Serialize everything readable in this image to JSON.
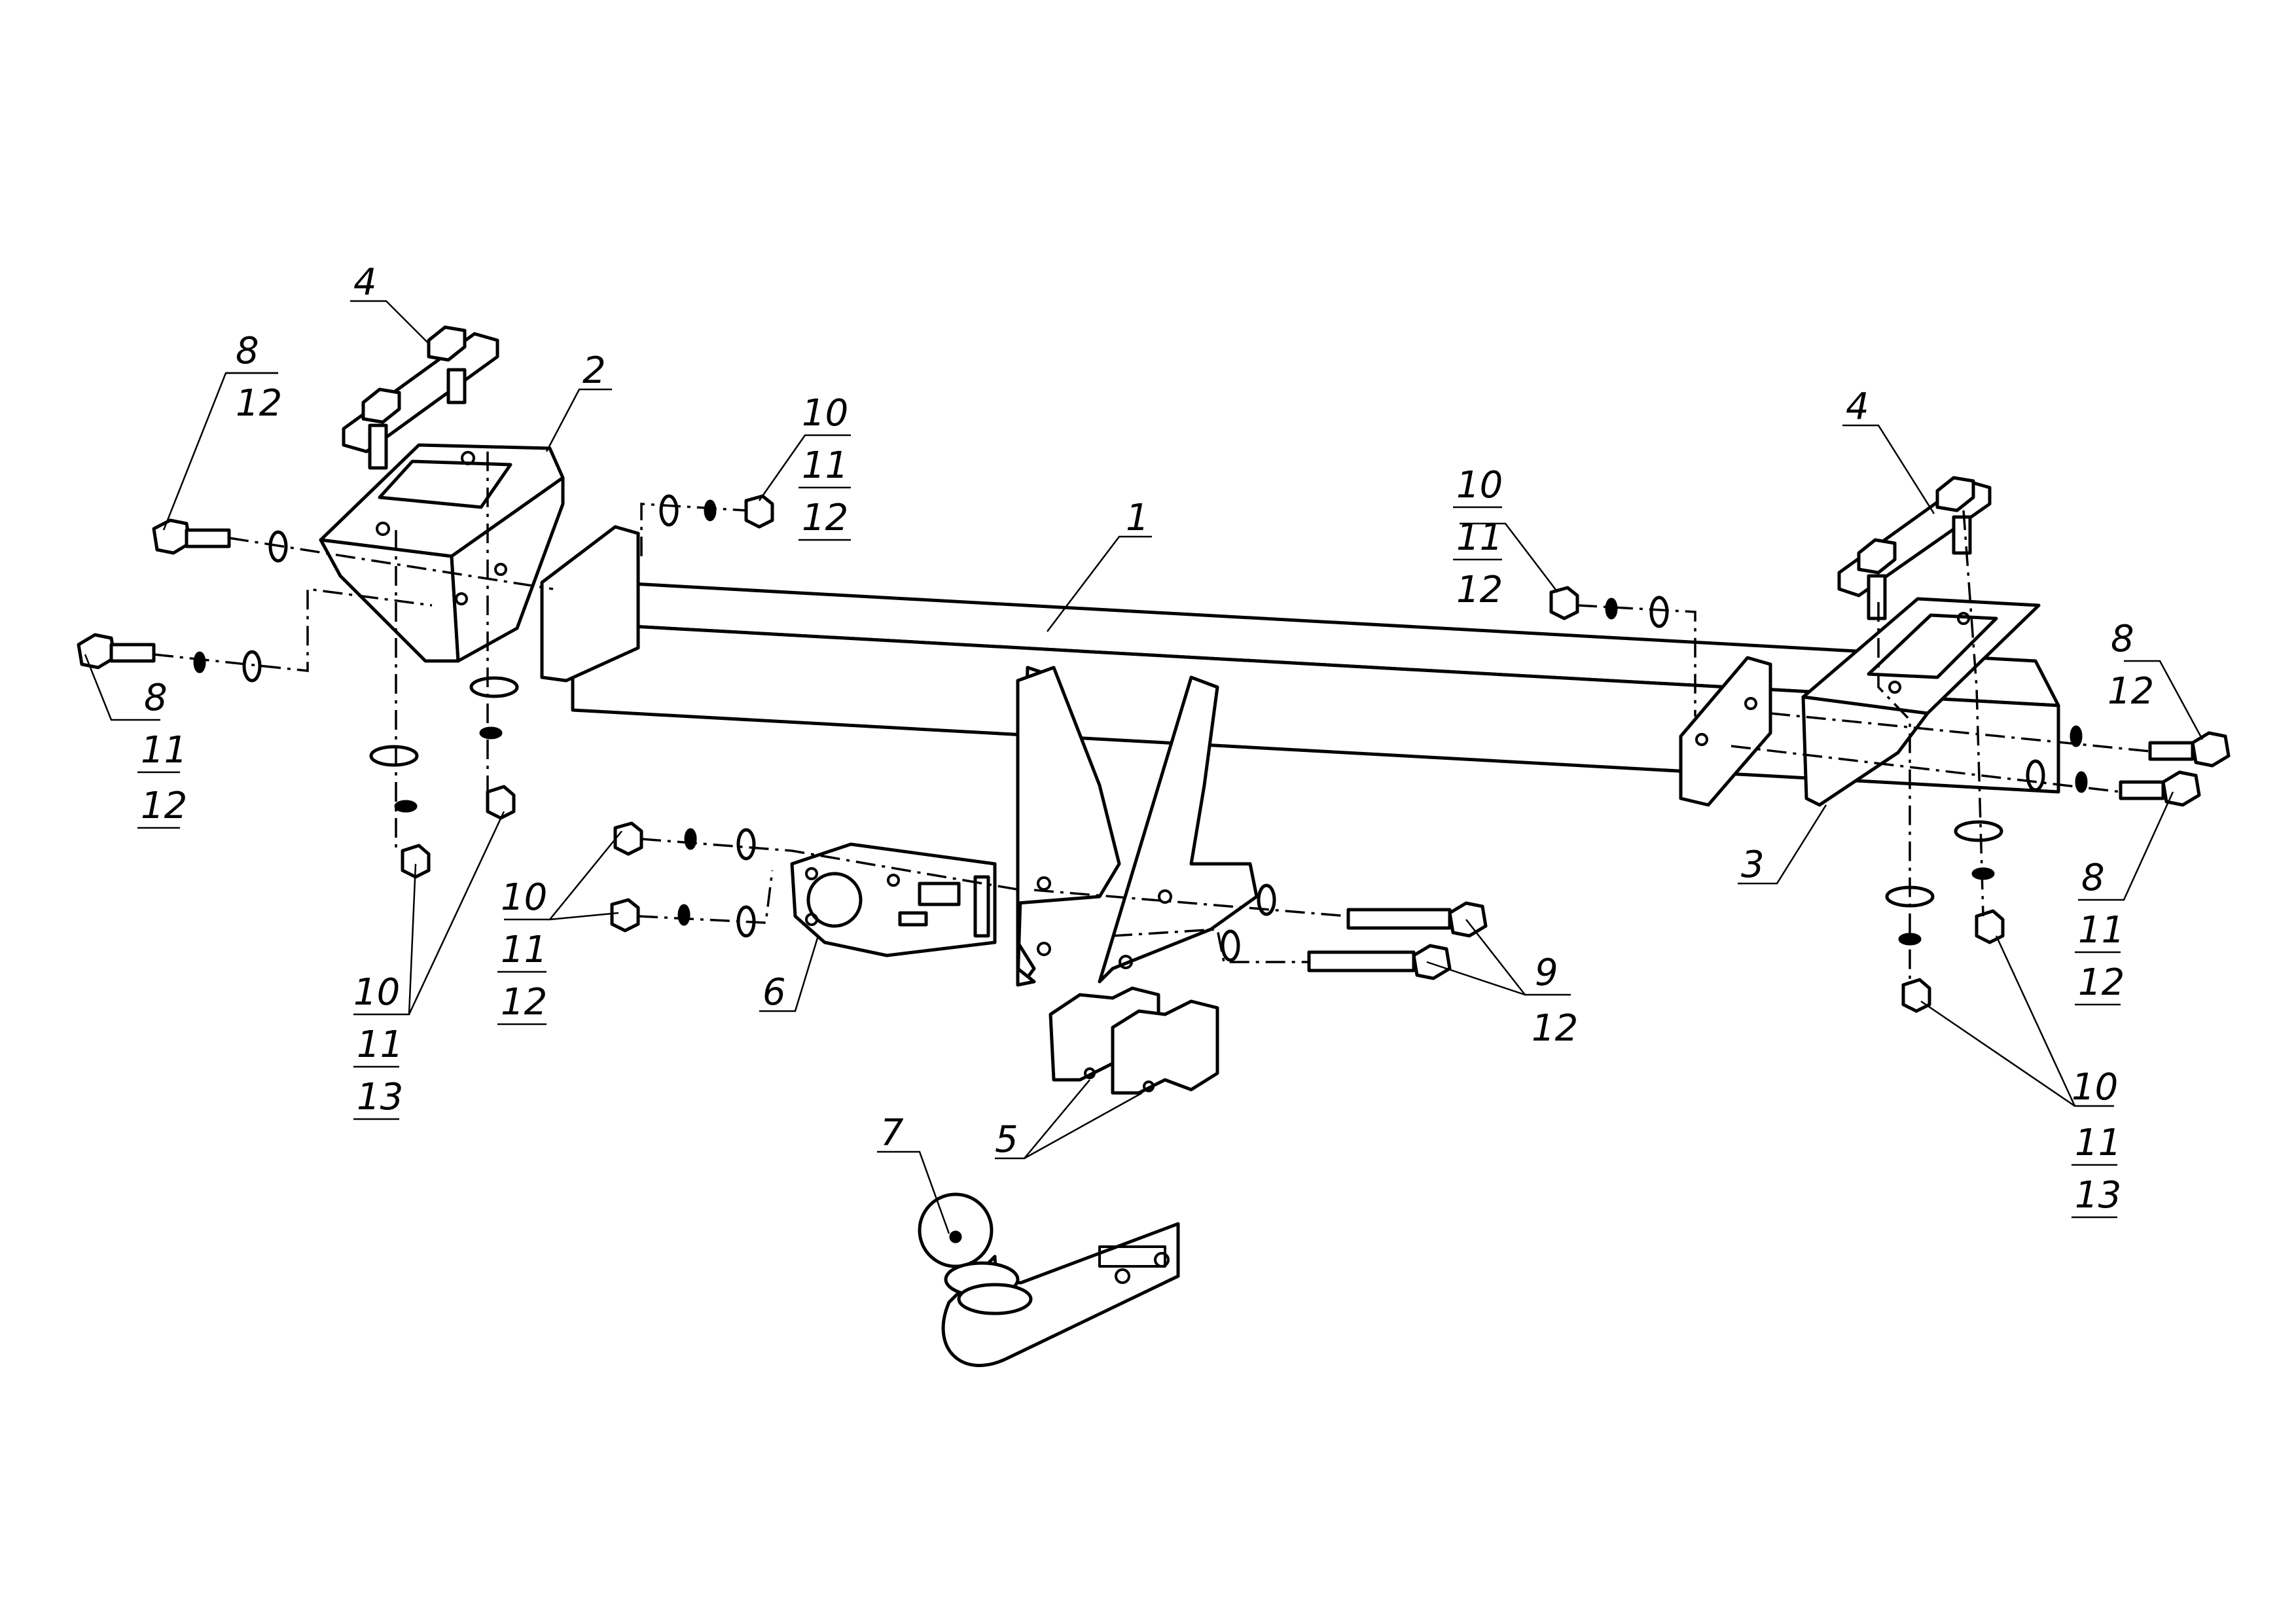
{
  "drawing": {
    "background": "#ffffff",
    "stroke_color": "#000000",
    "callouts": [
      {
        "id": "c1",
        "lines": [
          "1"
        ]
      },
      {
        "id": "c2",
        "lines": [
          "2"
        ]
      },
      {
        "id": "c3",
        "lines": [
          "3"
        ]
      },
      {
        "id": "c4l",
        "lines": [
          "4"
        ]
      },
      {
        "id": "c4r",
        "lines": [
          "4"
        ]
      },
      {
        "id": "c5",
        "lines": [
          "5"
        ]
      },
      {
        "id": "c6",
        "lines": [
          "6"
        ]
      },
      {
        "id": "c7",
        "lines": [
          "7"
        ]
      },
      {
        "id": "c8a",
        "lines": [
          "8",
          "12"
        ]
      },
      {
        "id": "c8b",
        "lines": [
          "8",
          "11",
          "12"
        ]
      },
      {
        "id": "c8c",
        "lines": [
          "8",
          "12"
        ]
      },
      {
        "id": "c8d",
        "lines": [
          "8",
          "11",
          "12"
        ]
      },
      {
        "id": "c9",
        "lines": [
          "9",
          "12"
        ]
      },
      {
        "id": "c10a",
        "lines": [
          "10",
          "11",
          "12"
        ]
      },
      {
        "id": "c10b",
        "lines": [
          "10",
          "11",
          "12"
        ]
      },
      {
        "id": "c10c",
        "lines": [
          "10",
          "11",
          "12"
        ]
      },
      {
        "id": "c10d",
        "lines": [
          "10",
          "11",
          "13"
        ]
      },
      {
        "id": "c10e",
        "lines": [
          "10",
          "11",
          "13"
        ]
      }
    ]
  }
}
